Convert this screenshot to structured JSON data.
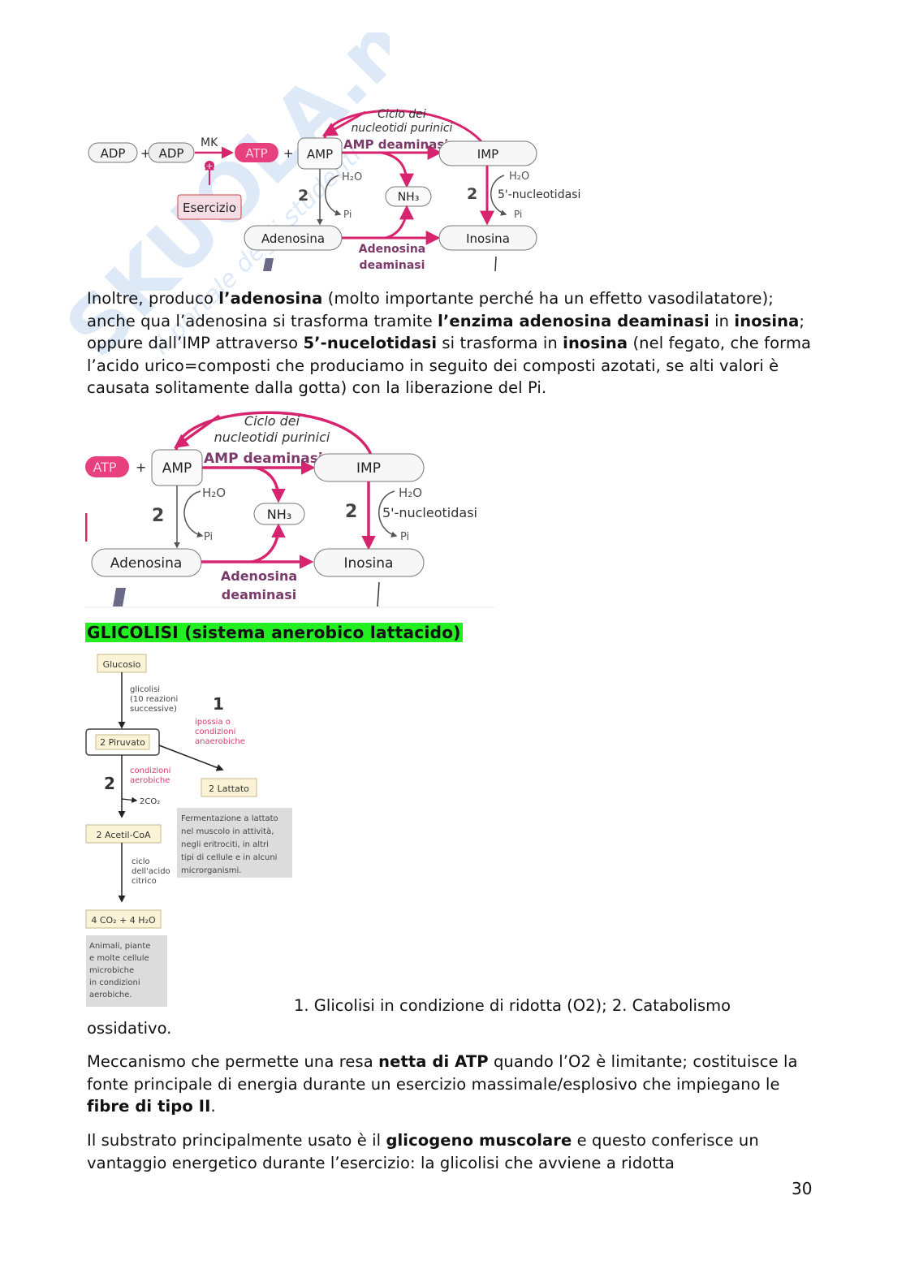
{
  "watermark": {
    "text1": "SKUOLA.net",
    "text2": "il portale degli studenti"
  },
  "diagram1": {
    "adp1": "ADP",
    "plus1": "+",
    "adp2": "ADP",
    "mk": "MK",
    "atp": "ATP",
    "plus2": "+",
    "amp": "AMP",
    "esercizio": "Esercizio",
    "plus_sign": "+",
    "cycle_line1": "Ciclo dei",
    "cycle_line2": "nucleotidi purinici",
    "amp_deaminasi": "AMP deaminasi",
    "imp": "IMP",
    "h2o_left": "H₂O",
    "pi_left": "Pi",
    "num_left": "2",
    "nh3": "NH₃",
    "num_right": "2",
    "h2o_right": "H₂O",
    "nucleotidasi": "5'-nucleotidasi",
    "pi_right": "Pi",
    "adenosina": "Adenosina",
    "inosina": "Inosina",
    "aden_deam1": "Adenosina",
    "aden_deam2": "deaminasi"
  },
  "paragraph1": {
    "s1": "Inoltre, produco ",
    "b1": "l’adenosina",
    "s2": " (molto importante perché ha un effetto vasodilatatore); anche qua l’adenosina si trasforma tramite ",
    "b2": "l’enzima adenosina deaminasi",
    "s3": " in ",
    "b3": "inosina",
    "s4": "; oppure dall’IMP attraverso ",
    "b4": "5’-nucelotidasi",
    "s5": " si trasforma in ",
    "b5": "inosina",
    "s6": " (nel fegato, che forma l’acido urico=composti che produciamo in seguito dei composti azotati, se alti valori è causata solitamente dalla gotta) con la liberazione del Pi."
  },
  "diagram2": {
    "atp": "ATP",
    "plus": "+",
    "amp": "AMP",
    "cycle_line1": "Ciclo dei",
    "cycle_line2": "nucleotidi purinici",
    "amp_deaminasi": "AMP deaminasi",
    "imp": "IMP",
    "h2o_left": "H₂O",
    "pi_left": "Pi",
    "num_left": "2",
    "nh3": "NH₃",
    "num_right": "2",
    "h2o_right": "H₂O",
    "nucleotidasi": "5'-nucleotidasi",
    "pi_right": "Pi",
    "adenosina": "Adenosina",
    "inosina": "Inosina",
    "aden_deam1": "Adenosina",
    "aden_deam2": "deaminasi"
  },
  "heading": "GLICOLISI (sistema anerobico lattacido)",
  "diagram3": {
    "glucosio": "Glucosio",
    "glicolisi1": "glicolisi",
    "glicolisi2": "(10 reazioni",
    "glicolisi3": "successive)",
    "num1": "1",
    "ipossia1": "ipossia o",
    "ipossia2": "condizioni",
    "ipossia3": "anaerobiche",
    "piruvato": "2 Piruvato",
    "num2": "2",
    "aerob1": "condizioni",
    "aerob2": "aerobiche",
    "lattato": "2 Lattato",
    "co2": "2CO₂",
    "ferm1": "Fermentazione a lattato",
    "ferm2": "nel muscolo in attività,",
    "ferm3": "negli eritrociti, in altri",
    "ferm4": "tipi di cellule e in alcuni",
    "ferm5": "microrganismi.",
    "acetil": "2 Acetil-CoA",
    "ciclo1": "ciclo",
    "ciclo2": "dell'acido",
    "ciclo3": "citrico",
    "products": "4 CO₂ + 4 H₂O",
    "anim1": "Animali, piante",
    "anim2": "e molte cellule",
    "anim3": "microbiche",
    "anim4": "in condizioni",
    "anim5": "aerobiche."
  },
  "caption_line1": "1. Glicolisi in condizione di ridotta (O2); 2. Catabolismo",
  "caption_line2": "ossidativo.",
  "paragraph2": {
    "s1": "Meccanismo che permette una resa ",
    "b1": "netta di ATP",
    "s2": " quando l’O2 è limitante; costituisce la fonte principale di energia durante un esercizio massimale/esplosivo che impiegano le ",
    "b2": "fibre di tipo II",
    "s3": "."
  },
  "paragraph3": {
    "s1": "Il substrato principalmente usato è il ",
    "b1": "glicogeno muscolare",
    "s2": " e questo conferisce un vantaggio energetico durante l’esercizio: la glicolisi che avviene a ridotta"
  },
  "page_number": "30",
  "colors": {
    "magenta": "#d6246e",
    "highlight": "#22ee22",
    "watermark": "#cfe0f4"
  }
}
